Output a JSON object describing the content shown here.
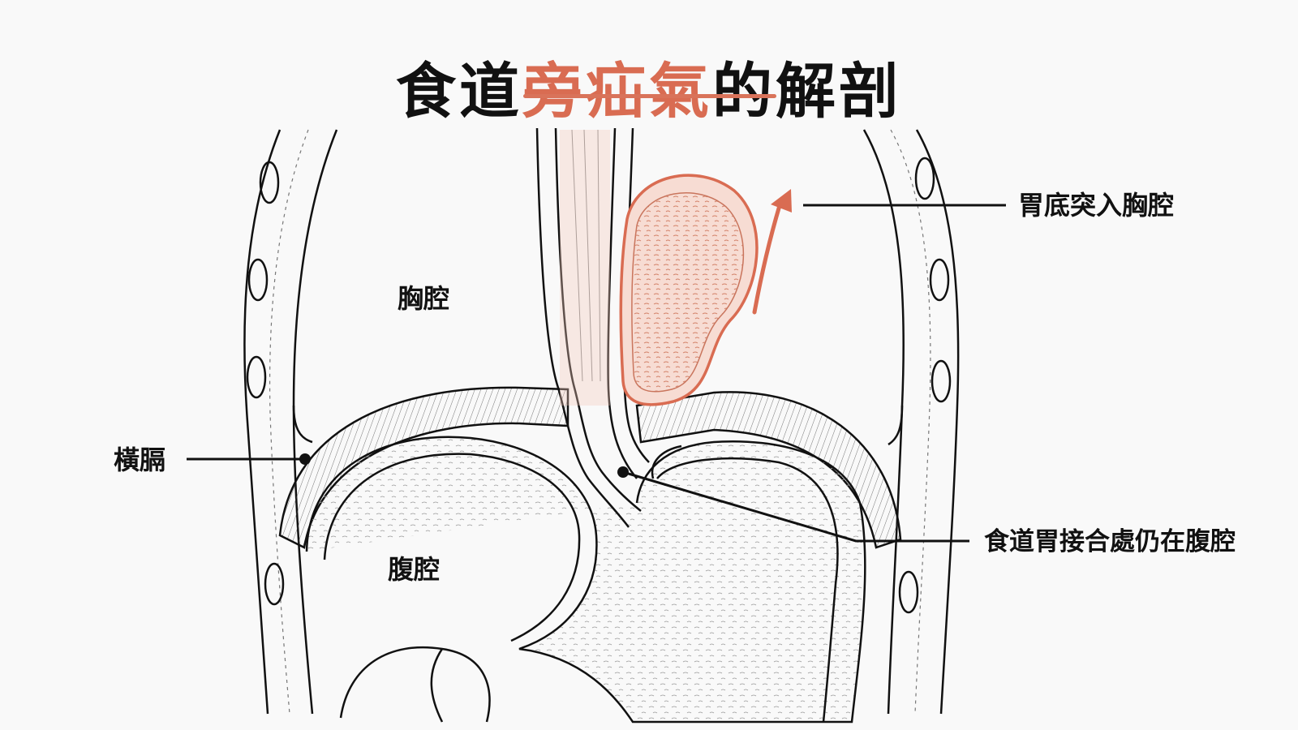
{
  "title": {
    "part1": "食道",
    "highlight": "旁疝氣",
    "part2": "的解剖"
  },
  "labels": {
    "thoracic_cavity": "胸腔",
    "abdominal_cavity": "腹腔",
    "diaphragm": "橫膈",
    "fundus_herniation": "胃底突入胸腔",
    "gej_in_abdomen": "食道胃接合處仍在腹腔"
  },
  "colors": {
    "accent": "#d96c52",
    "line": "#111111",
    "background": "#f9f9f9",
    "hernia_fill": "#f7dcd3"
  }
}
